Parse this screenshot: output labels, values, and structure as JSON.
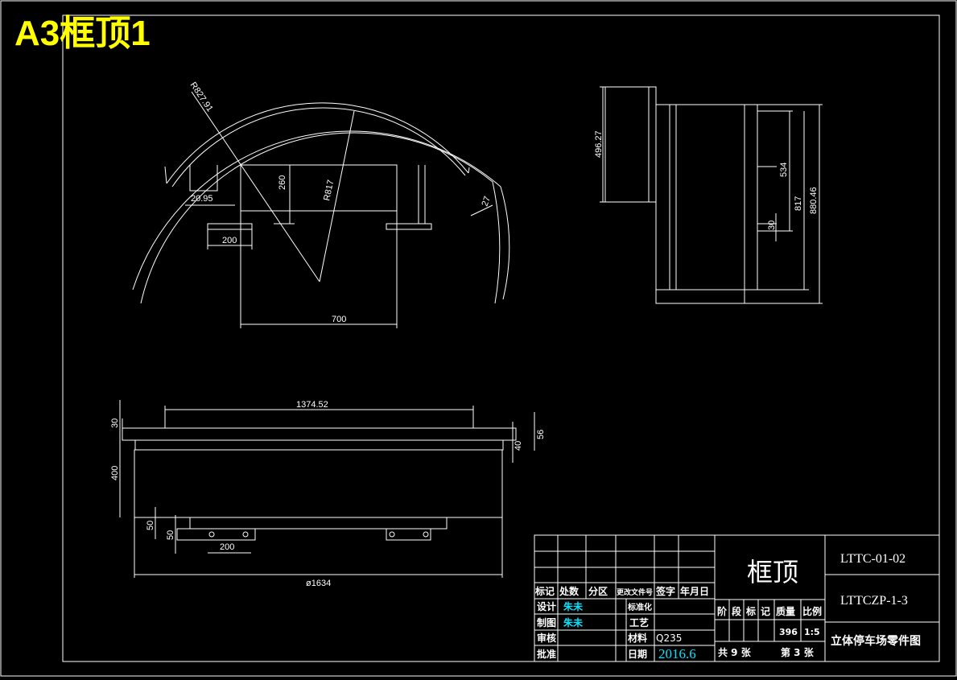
{
  "sheet_title": "A3框顶1",
  "dimensions": {
    "r_outer": "R827.91",
    "r_inner": "R817",
    "d260": "260",
    "d20_95": "20.95",
    "d200_top": "200",
    "d27": "27",
    "d700": "700",
    "d496_27": "496.27",
    "d534": "534",
    "d817": "817",
    "d880_46": "880.46",
    "d30_side": "30",
    "d1374_52": "1374.52",
    "d30_front": "30",
    "d56": "56",
    "d40": "40",
    "d400": "400",
    "d50_a": "50",
    "d50_b": "50",
    "d200_front": "200",
    "d1634": "ø1634"
  },
  "title_block": {
    "rev_headers": [
      "标记",
      "处数",
      "分区",
      "更改文件号",
      "签字",
      "年月日"
    ],
    "design_label": "设计",
    "design_name": "朱未",
    "standard_label": "标准化",
    "draft_label": "制图",
    "draft_name": "朱未",
    "process_label": "工艺",
    "review_label": "审核",
    "material_label": "材料",
    "material_value": "Q235",
    "approve_label": "批准",
    "date_label": "日期",
    "date_value": "2016.6",
    "part_name": "框顶",
    "stage_headers": [
      "阶",
      "段",
      "标",
      "记"
    ],
    "mass_label": "质量",
    "scale_label": "比例",
    "mass_value": "396",
    "scale_value": "1:5",
    "total_sheets": "共 9 张",
    "sheet_no": "第 3 张",
    "drawing_no_1": "LTTC-01-02",
    "drawing_no_2": "LTTCZP-1-3",
    "organization": "立体停车场零件图"
  },
  "colors": {
    "background": "#000000",
    "lines": "#ffffff",
    "title": "#ffff00",
    "signature": "#00e5ff"
  }
}
